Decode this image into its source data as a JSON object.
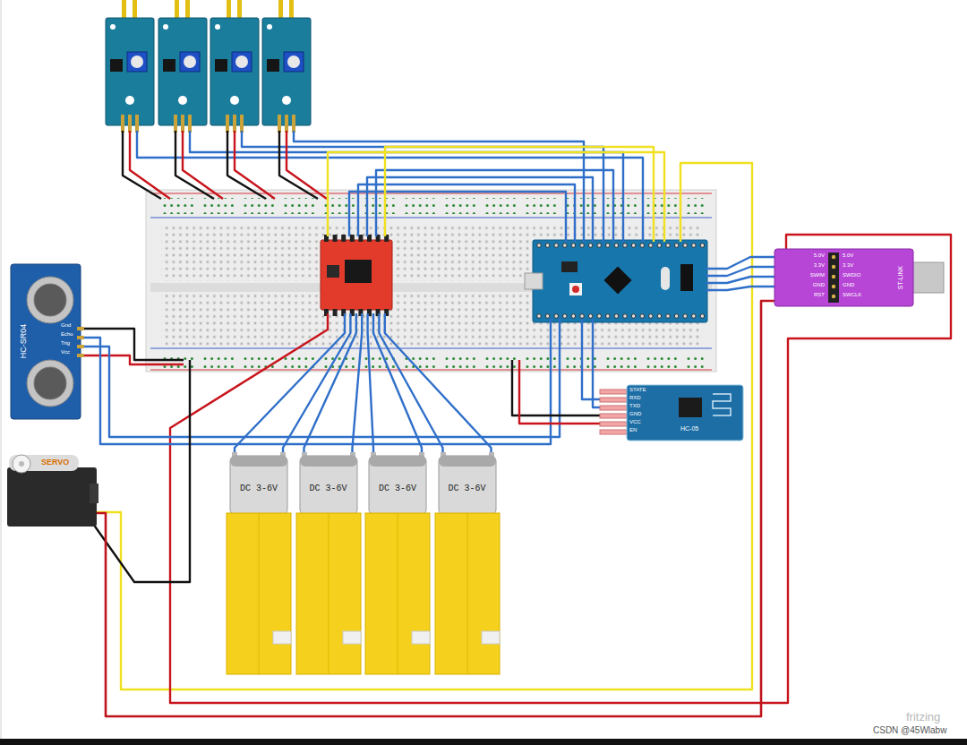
{
  "diagram": {
    "nodes": [
      {
        "text": [
          "HC-SR04"
        ]
      },
      {
        "text": [
          "SERVO"
        ]
      },
      {
        "text": [
          "DC 3-6V"
        ]
      },
      {
        "text": [
          "DC 3-6V"
        ]
      },
      {
        "text": [
          "DC 3-6V"
        ]
      },
      {
        "text": [
          "DC 3-6V"
        ]
      },
      {
        "text": [
          "HC-05"
        ]
      },
      {
        "text": [
          "ST-LINK"
        ]
      }
    ],
    "edges": [
      {
        "from": 7,
        "to": 1,
        "arrow": "none"
      }
    ],
    "labels": [
      "Gnd",
      "Echo",
      "Trig",
      "Vcc",
      "STATE",
      "RXD",
      "TXD",
      "GND",
      "VCC",
      "EN",
      "5.0V",
      "3.3V",
      "SWIM",
      "GND",
      "RST",
      "5.0V",
      "3.3V",
      "SWDIO",
      "GND",
      "SWCLK",
      "fritzing",
      "CSDN @45Wlabw"
    ]
  }
}
